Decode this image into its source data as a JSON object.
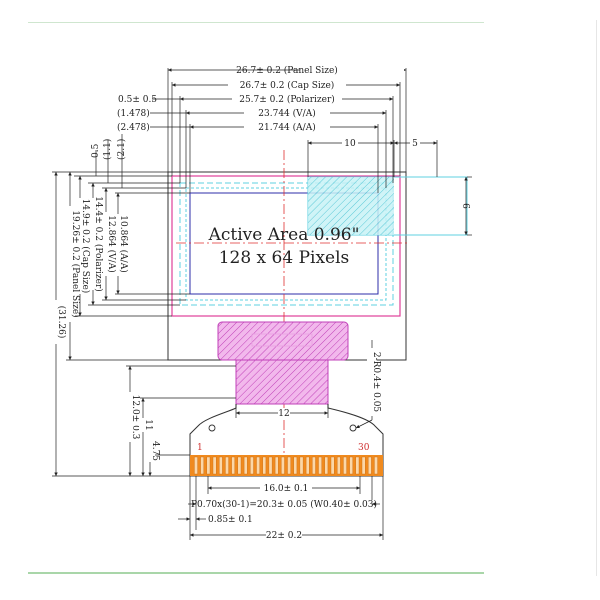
{
  "drawing": {
    "active_area_title": "Active Area 0.96\"",
    "resolution": "128 x 64 Pixels",
    "dims_top": {
      "panel_size": "26.7± 0.2 (Panel Size)",
      "cap_size": "26.7± 0.2 (Cap Size)",
      "polarizer_offset": "0.5± 0.5",
      "polarizer": "25.7± 0.2 (Polarizer)",
      "va_offset": "(1.478)",
      "va_width": "23.744 (V/A)",
      "aa_offset": "(2.478)",
      "aa_width": "21.744 (A/A)",
      "detail_width": "10",
      "detail_gap": "5",
      "detail_height": "6"
    },
    "dims_left": {
      "offset_a": "0.5",
      "offset_b": "(1.1)",
      "offset_c": "(2.1)",
      "aa_height": "10.864 (A/A)",
      "va_height": "12.864 (V/A)",
      "polarizer_height": "14.4± 0.2 (Polarizer)",
      "cap_height": "14.9± 0.2 (Cap Size)",
      "panel_height": "19.26± 0.2 (Panel Size)",
      "total_height": "(31.26)",
      "fpc_length": "12.0± 0.3",
      "fpc_neck": "11",
      "fpc_tail": "4.75"
    },
    "dims_bottom": {
      "fpc_inner": "12",
      "radius": "2-R0.4± 0.05",
      "pin_first": "1",
      "pin_last": "30",
      "pad_span": "16.0± 0.1",
      "pitch": "P0.70x(30-1)=20.3± 0.05 (W0.40± 0.03)",
      "edge_offset": "0.85± 0.1",
      "fpc_width": "22± 0.2"
    },
    "pin_count": 30,
    "colors": {
      "outline": "#333333",
      "cap_outline": "#e0409a",
      "polarizer_outline": "#5fd0e0",
      "aa_outline": "#2c2ca8",
      "center_line": "#e03030",
      "fpc_fill": "#e070d8",
      "pad_fill": "#f08a1e",
      "pin_label": "#d03030"
    }
  }
}
